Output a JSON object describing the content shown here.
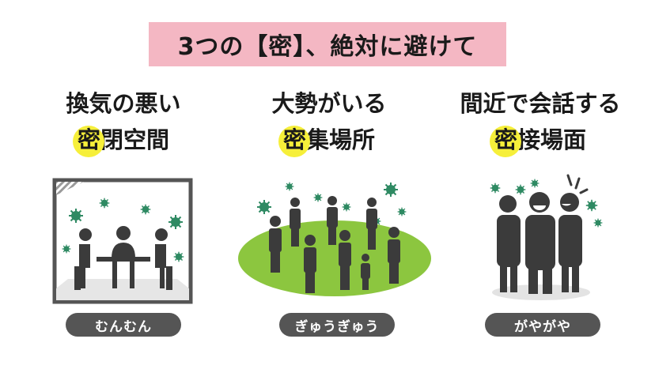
{
  "title": "3つの【密】、絶対に避けて",
  "columns": [
    {
      "line1": "換気の悪い",
      "hl_char": "密",
      "line2_rest": "閉空間",
      "label": "むんむん"
    },
    {
      "line1": "大勢がいる",
      "hl_char": "密",
      "line2_rest": "集場所",
      "label": "ぎゅうぎゅう"
    },
    {
      "line1": "間近で会話する",
      "hl_char": "密",
      "line2_rest": "接場面",
      "label": "がやがや"
    }
  ],
  "colors": {
    "banner": "#f4b7c3",
    "highlight": "#f6ef3a",
    "figure": "#3b3b3b",
    "virus": "#2f8a63",
    "grass": "#8cc63f",
    "pill": "#555555"
  },
  "icons": [
    "closed-room-illustration",
    "crowd-illustration",
    "close-conversation-illustration",
    "virus-icon"
  ]
}
